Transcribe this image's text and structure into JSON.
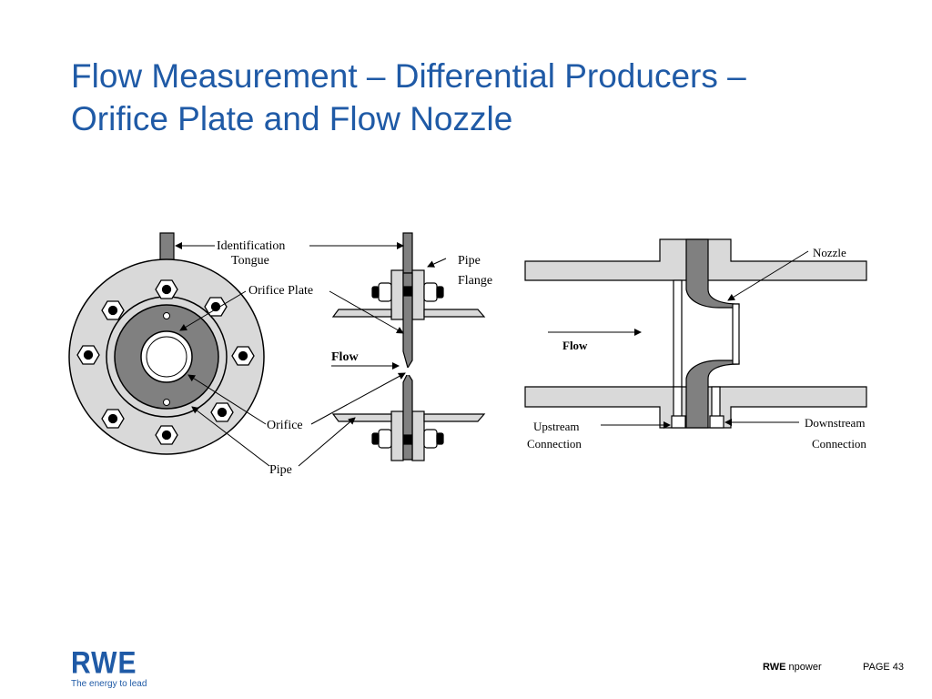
{
  "slide": {
    "title_line1": "Flow Measurement – Differential Producers –",
    "title_line2": "Orifice Plate and Flow Nozzle",
    "page_label": "PAGE 43"
  },
  "footer": {
    "logo_text": "RWE",
    "tagline": "The energy to lead",
    "brand_bold": "RWE",
    "brand_rest": "npower"
  },
  "orifice_diagram": {
    "identification": "Identification",
    "tongue": "Tongue",
    "orifice_plate": "Orifice Plate",
    "pipe_line1": "Pipe",
    "flange": "Flange",
    "flow": "Flow",
    "orifice": "Orifice",
    "pipe": "Pipe"
  },
  "nozzle_diagram": {
    "nozzle": "Nozzle",
    "flow": "Flow",
    "upstream": "Upstream",
    "upstream_connection": "Connection",
    "downstream": "Downstream",
    "downstream_connection": "Connection"
  },
  "colors": {
    "title_blue": "#1f5aa6",
    "light_gray": "#d9d9d9",
    "dark_gray": "#808080"
  }
}
